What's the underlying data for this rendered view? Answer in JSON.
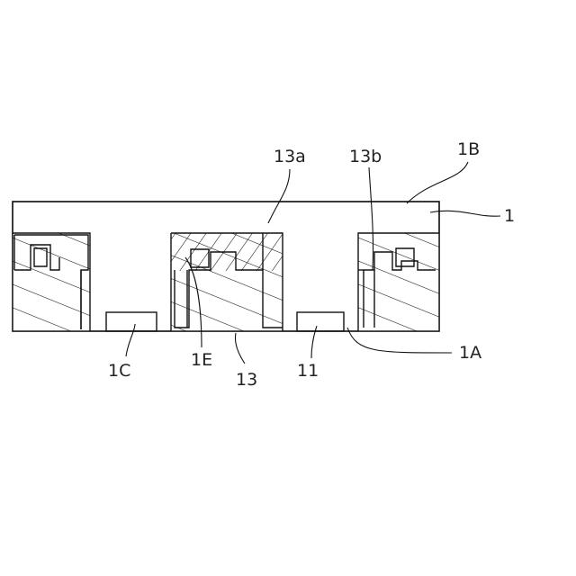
{
  "figure": {
    "labels": {
      "l_13a": "13a",
      "l_13b": "13b",
      "l_1B": "1B",
      "l_1": "1",
      "l_1A": "1A",
      "l_1C": "1C",
      "l_1E": "1E",
      "l_13": "13",
      "l_11": "11"
    },
    "colors": {
      "line": "#111111",
      "background": "#ffffff"
    }
  }
}
